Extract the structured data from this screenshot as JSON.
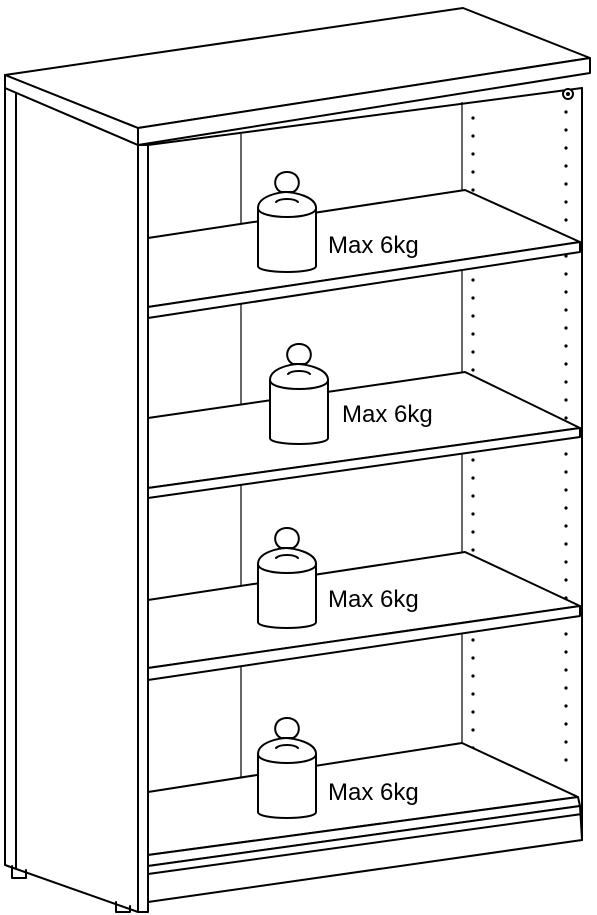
{
  "shelves": [
    {
      "load_label": "Max 6kg"
    },
    {
      "load_label": "Max 6kg"
    },
    {
      "load_label": "Max 6kg"
    },
    {
      "load_label": "Max 6kg"
    }
  ],
  "icons": {
    "weight": "weight-icon"
  },
  "colors": {
    "line": "#000000",
    "background": "#ffffff"
  }
}
